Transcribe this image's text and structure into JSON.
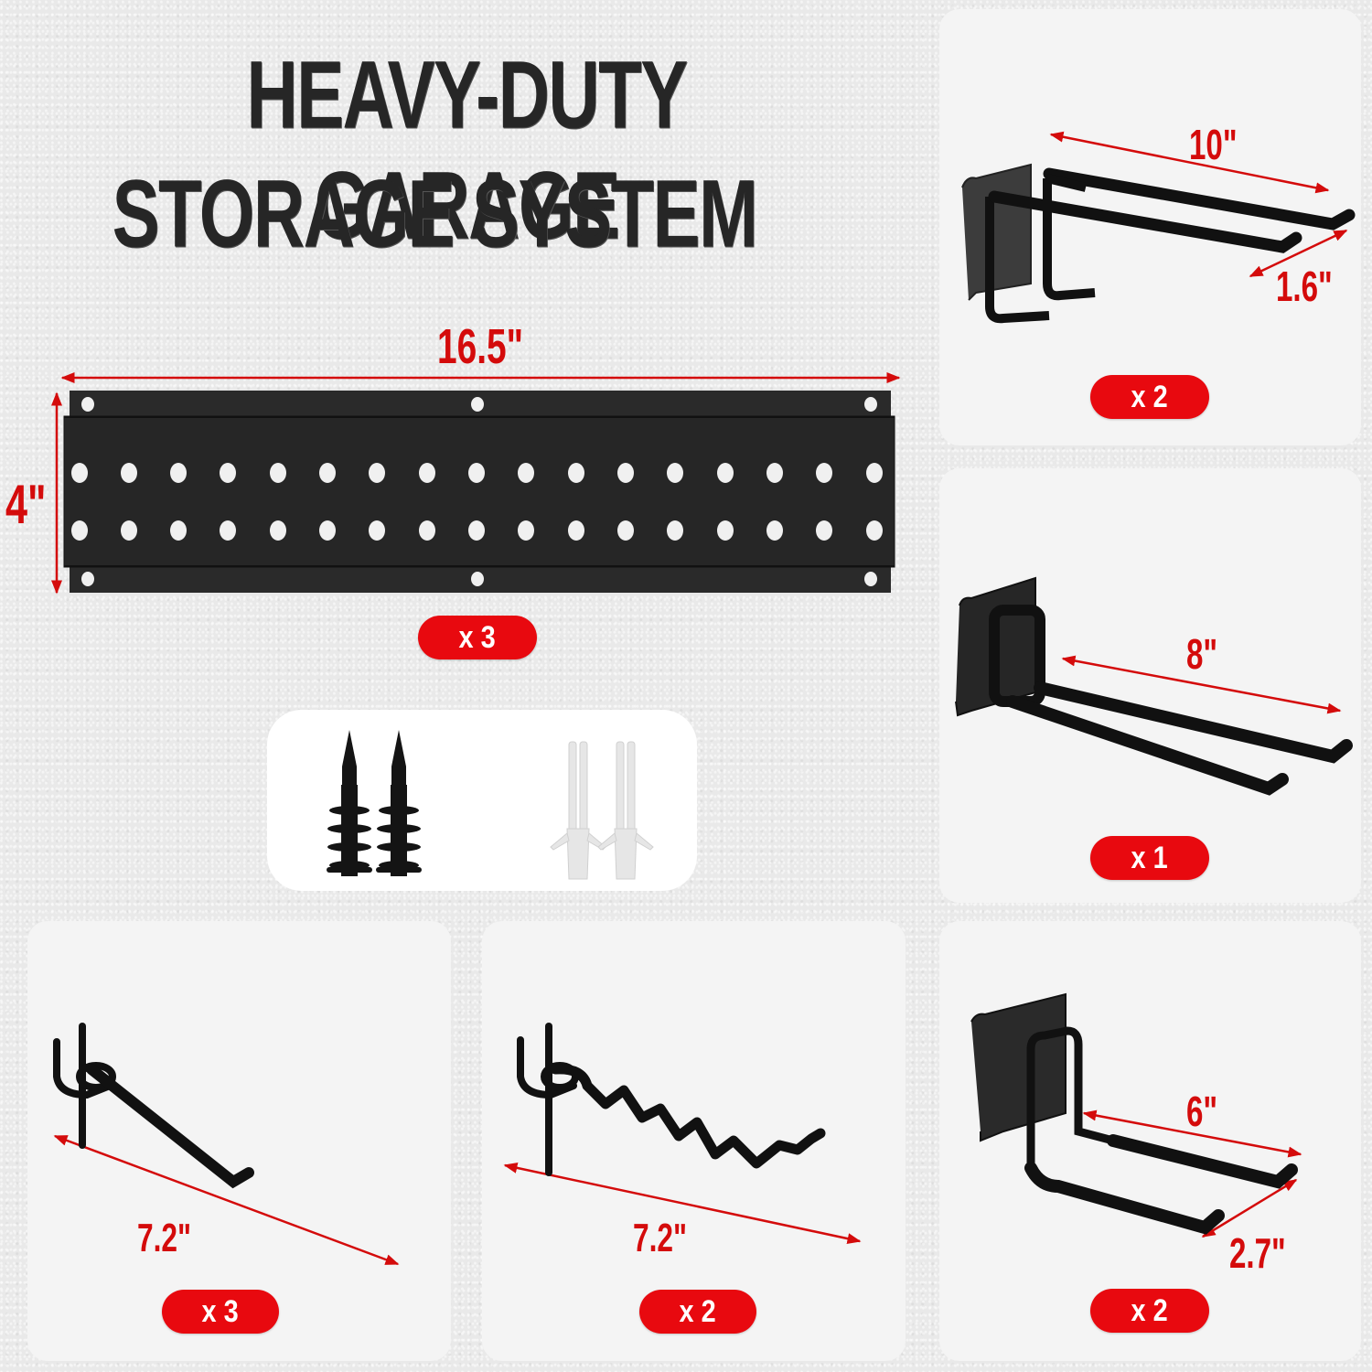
{
  "title": {
    "line1": "HEAVY-DUTY GARAGE",
    "line2": "STORAGE SYSTEM"
  },
  "colors": {
    "accent_red": "#e8090f",
    "dimension_red": "#d40b0b",
    "title_text": "#262626",
    "product_black": "#1c1c1c",
    "background": "#e9e9e9",
    "panel_bg": "#f4f4f4"
  },
  "rail": {
    "width_label": "16.5\"",
    "height_label": "4\"",
    "quantity": "x 3",
    "holes_per_row": 17,
    "rows": 2
  },
  "hardware": {
    "items": [
      {
        "name": "drywall-anchor-screws",
        "count": 2,
        "color": "black"
      },
      {
        "name": "plastic-wall-anchors",
        "count": 2,
        "color": "white"
      }
    ]
  },
  "products": [
    {
      "id": "double-hook-10",
      "length_label": "10\"",
      "width_label": "1.6\"",
      "quantity": "x 2"
    },
    {
      "id": "double-hook-8",
      "length_label": "8\"",
      "quantity": "x 1"
    },
    {
      "id": "u-hook-6",
      "length_label": "6\"",
      "width_label": "2.7\"",
      "quantity": "x 2"
    },
    {
      "id": "straight-peg-hook",
      "length_label": "7.2\"",
      "quantity": "x 3"
    },
    {
      "id": "wavy-peg-hook",
      "length_label": "7.2\"",
      "quantity": "x 2"
    }
  ]
}
